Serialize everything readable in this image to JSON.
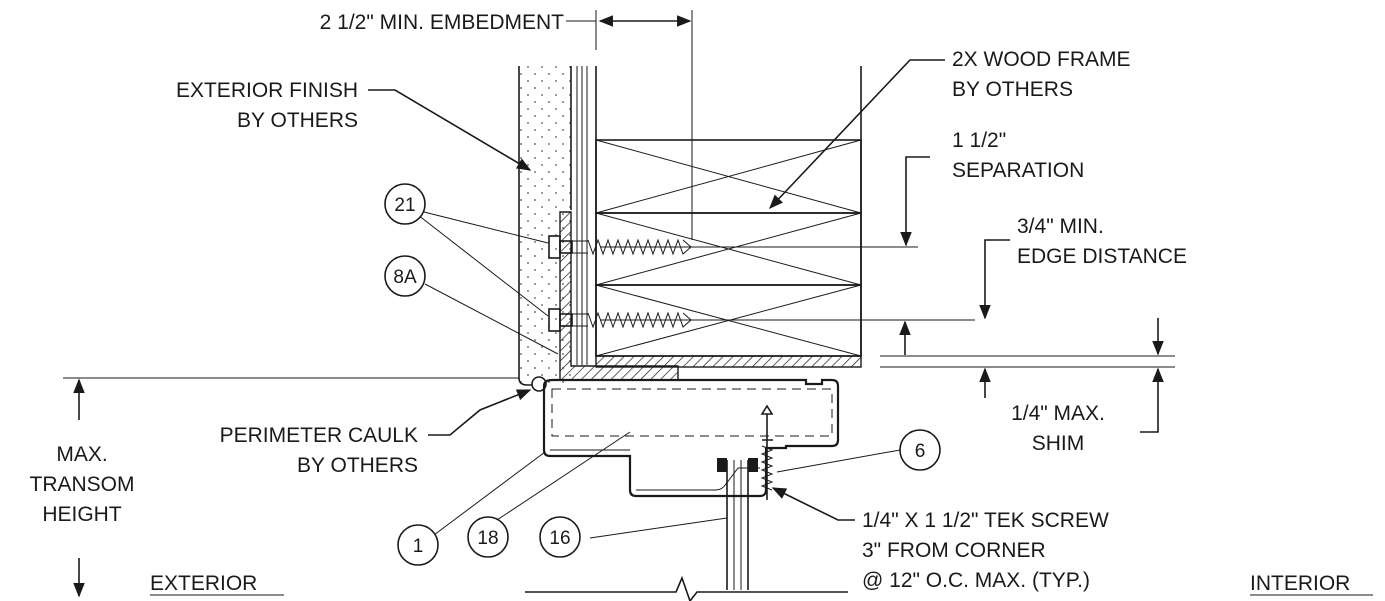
{
  "labels": {
    "embedment": "2 1/2\" MIN. EMBEDMENT",
    "exterior_finish_1": "EXTERIOR FINISH",
    "exterior_finish_2": "BY OTHERS",
    "wood_frame_1": "2X WOOD FRAME",
    "wood_frame_2": "BY OTHERS",
    "separation_1": "1 1/2\"",
    "separation_2": "SEPARATION",
    "edge_1": "3/4\" MIN.",
    "edge_2": "EDGE DISTANCE",
    "caulk_1": "PERIMETER CAULK",
    "caulk_2": "BY OTHERS",
    "transom_1": "MAX.",
    "transom_2": "TRANSOM",
    "transom_3": "HEIGHT",
    "shim_1": "1/4\" MAX.",
    "shim_2": "SHIM",
    "tek_1": "1/4\" X 1 1/2\" TEK SCREW",
    "tek_2": "3\" FROM CORNER",
    "tek_3": "@ 12\" O.C. MAX. (TYP.)",
    "exterior": "EXTERIOR",
    "interior": "INTERIOR"
  },
  "callouts": {
    "c21": "21",
    "c8a": "8A",
    "c6": "6",
    "c1": "1",
    "c18": "18",
    "c16": "16"
  }
}
